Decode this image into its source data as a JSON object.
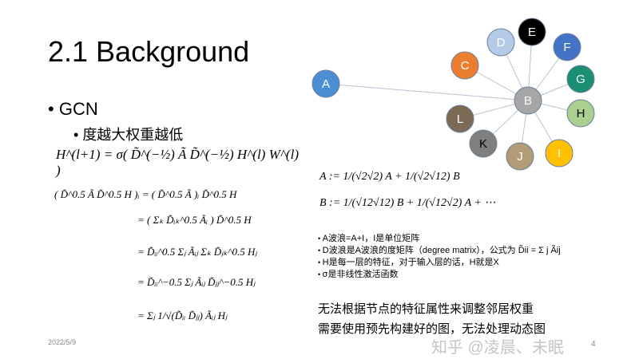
{
  "slide": {
    "title": "2.1 Background",
    "bullet1": "GCN",
    "bullet2": "度越大权重越低",
    "formula_main": "H^(l+1) = σ( D̃^(−½) Ã D̃^(−½) H^(l) W^(l) )",
    "derivation": [
      "( D̃^0.5 Ã D̃^0.5 H )ᵢ = ( D̃^0.5 Ã )ᵢ D̃^0.5 H",
      "= ( Σₖ D̃ᵢₖ^0.5 Ãᵢ ) D̃^0.5 H",
      "= D̃ᵢᵢ^0.5 Σⱼ Ãᵢⱼ Σₖ D̃ⱼₖ^0.5 Hⱼ",
      "= D̃ᵢᵢ^−0.5 Σⱼ Ãᵢⱼ D̃ⱼⱼ^−0.5 Hⱼ",
      "= Σⱼ 1/√(D̃ᵢᵢ D̃ⱼⱼ) Ãᵢⱼ Hⱼ"
    ],
    "eqA": "A := 1/(√2√2) A + 1/(√2√12) B",
    "eqB": "B := 1/(√12√12) B + 1/(√12√2) A + ⋯",
    "notes": [
      "A波浪=A+I，I是单位矩阵",
      "D波浪是A波浪的度矩阵（degree matrix），公式为 D̃ii = Σ j Ãij",
      "H是每一层的特征，对于输入层的话，H就是X",
      "σ是非线性激活函数"
    ],
    "conclusion1": "无法根据节点的特征属性来调整邻居权重",
    "conclusion2": "需要使用预先构建好的图，无法处理动态图",
    "date": "2022/5/9",
    "page": "4",
    "watermark": "知乎 @凌晨、未眠"
  },
  "graph": {
    "center": "B",
    "nodes": [
      {
        "label": "A",
        "color": "#4a8fd4",
        "text": "#fff"
      },
      {
        "label": "B",
        "color": "#a6a6a6",
        "text": "#fff"
      },
      {
        "label": "C",
        "color": "#ed7d31",
        "text": "#fff"
      },
      {
        "label": "D",
        "color": "#b4cbe8",
        "text": "#fff"
      },
      {
        "label": "E",
        "color": "#000000",
        "text": "#fff"
      },
      {
        "label": "F",
        "color": "#4472c4",
        "text": "#fff"
      },
      {
        "label": "G",
        "color": "#1a8f74",
        "text": "#fff"
      },
      {
        "label": "H",
        "color": "#a9d08e",
        "text": "#000"
      },
      {
        "label": "I",
        "color": "#ffc000",
        "text": "#fff"
      },
      {
        "label": "J",
        "color": "#b29c78",
        "text": "#fff"
      },
      {
        "label": "K",
        "color": "#7f7f7f",
        "text": "#000"
      },
      {
        "label": "L",
        "color": "#7d6a55",
        "text": "#fff"
      }
    ]
  }
}
